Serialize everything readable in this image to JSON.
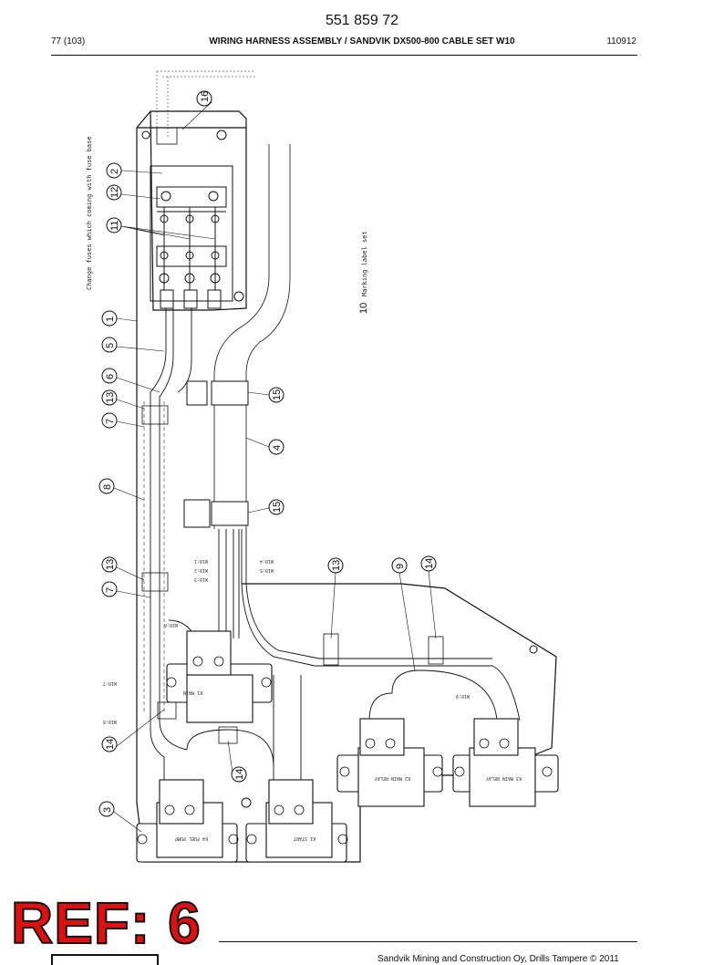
{
  "header": {
    "doc_number": "551 859 72",
    "page": "77 (103)",
    "title": "WIRING HARNESS ASSEMBLY / SANDVIK DX500-800 CABLE SET W10",
    "date": "110912"
  },
  "stamp": "REF: 6",
  "footer": {
    "copyright": "Sandvik Mining and Construction Oy, Drills Tampere © 2011"
  },
  "notes": {
    "fuse_note": "Change fuses which coming with fuse base",
    "label_note": "Marking label set",
    "label_callout": "10"
  },
  "callouts": [
    "16",
    "2",
    "12",
    "11",
    "1",
    "5",
    "6",
    "13",
    "7",
    "15",
    "4",
    "8",
    "15",
    "13",
    "7",
    "13",
    "9",
    "14",
    "14",
    "14",
    "3"
  ],
  "relays": {
    "r1": "K1 MAIN",
    "r2": "K4 FUEL PUMP",
    "r3": "K1 START",
    "r4": "K2 MAIN RELAY",
    "r5": "K3 MAIN RELAY"
  },
  "wire_labels": [
    "W10:1",
    "W10:2",
    "W10:3",
    "W10:4",
    "W10:5",
    "W10:6",
    "W10:7",
    "W10:8",
    "W10:9"
  ]
}
